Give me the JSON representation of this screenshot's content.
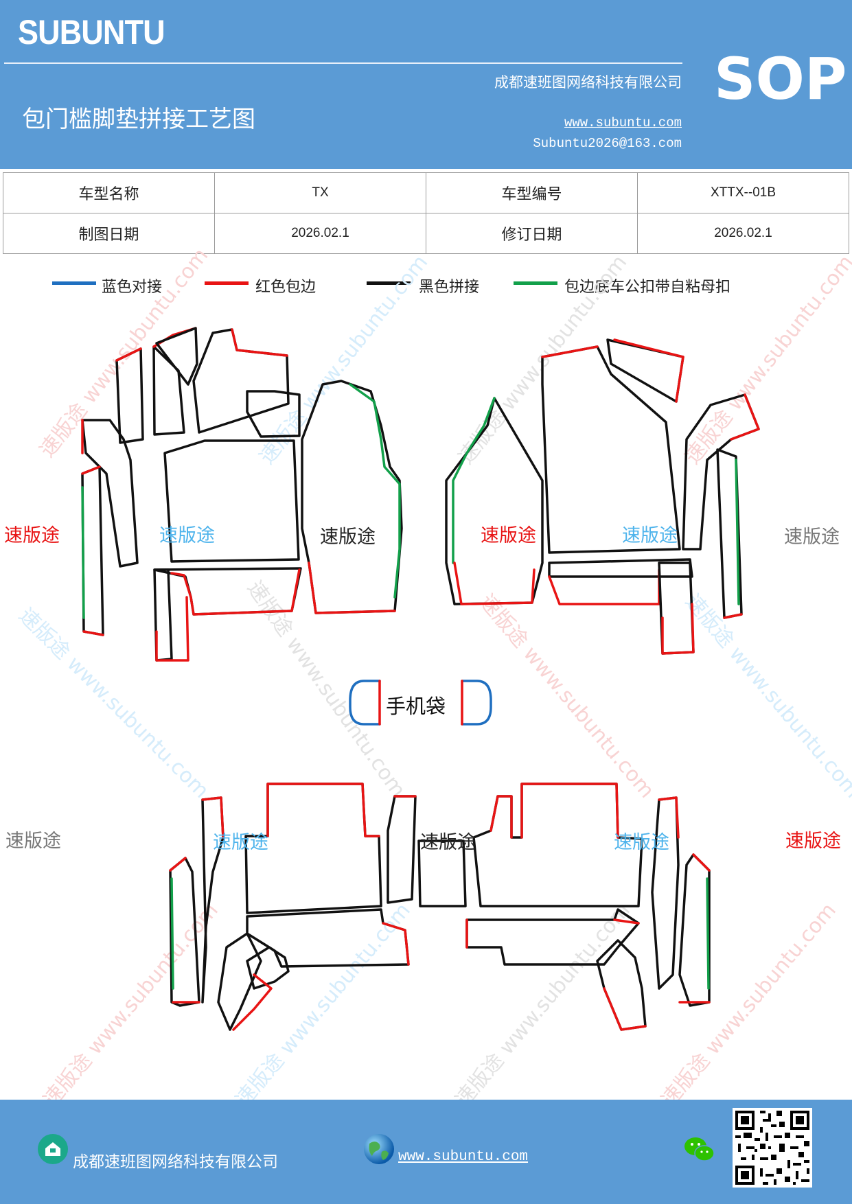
{
  "header": {
    "brand": "SUBUNTU",
    "company": "成都速班图网络科技有限公司",
    "title": "包门槛脚垫拼接工艺图",
    "website": "www.subuntu.com",
    "email": "Subuntu2026@163.com",
    "badge": "SOP"
  },
  "info": {
    "model_name_label": "车型名称",
    "model_name_value": "TX",
    "model_code_label": "车型编号",
    "model_code_value": "XTTX--01B",
    "draw_date_label": "制图日期",
    "draw_date_value": "2026.02.1",
    "revise_date_label": "修订日期",
    "revise_date_value": "2026.02.1"
  },
  "legend": [
    {
      "label": "蓝色对接",
      "color": "#1f6fc0"
    },
    {
      "label": "红色包边",
      "color": "#e81414"
    },
    {
      "label": "黑色拼接",
      "color": "#111111"
    },
    {
      "label": "包边底车公扣带自粘母扣",
      "color": "#12a04a"
    }
  ],
  "phone_bag_label": "手机袋",
  "watermark": {
    "text": "速版途",
    "url": "www.subuntu.com",
    "red": "#e81414",
    "blue": "#4fb4ec",
    "gray": "#777777",
    "dark": "#222222"
  },
  "footer": {
    "company": "成都速班图网络科技有限公司",
    "website": "www.subuntu.com"
  }
}
